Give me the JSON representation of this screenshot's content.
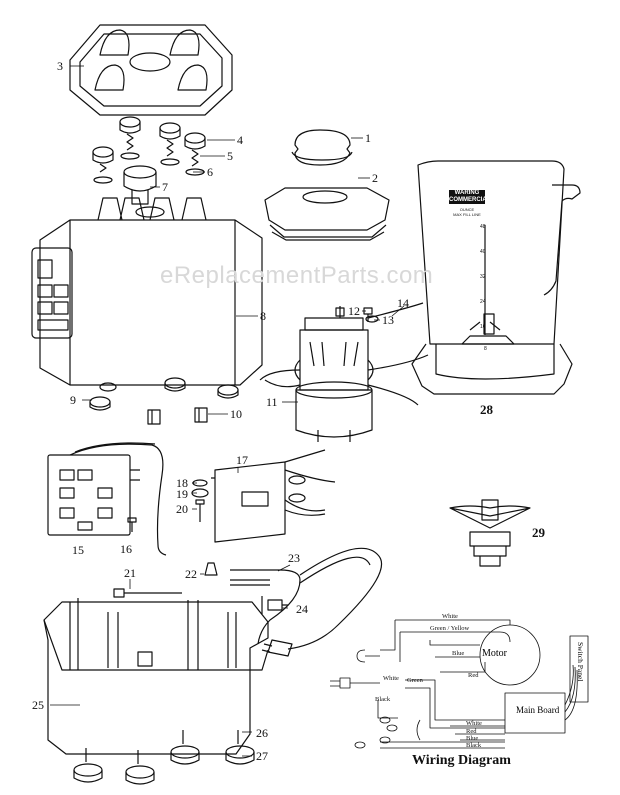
{
  "watermark": "eReplacementParts.com",
  "callouts": {
    "1": "1",
    "2": "2",
    "3": "3",
    "4": "4",
    "5": "5",
    "6": "6",
    "7": "7",
    "8": "8",
    "9": "9",
    "10": "10",
    "11": "11",
    "12": "12",
    "13": "13",
    "14": "14",
    "15": "15",
    "16": "16",
    "17": "17",
    "18": "18",
    "19": "19",
    "20": "20",
    "21": "21",
    "22": "22",
    "23": "23",
    "24": "24",
    "25": "25",
    "26": "26",
    "27": "27",
    "28": "28",
    "29": "29"
  },
  "jar": {
    "brand": "WARING",
    "brand_sub": "COMMERCIAL",
    "unit": "OUNCE",
    "fill_line": "MAX FILL LINE",
    "ticks": [
      "48",
      "40",
      "32",
      "24",
      "16",
      "8"
    ]
  },
  "wiring": {
    "title": "Wiring Diagram",
    "white": "White",
    "green_yellow": "Green / Yellow",
    "blue": "Blue",
    "red": "Red",
    "green": "Green",
    "black": "Black",
    "motor": "Motor",
    "main_board": "Main Board",
    "switch_panel": "Switch Panel"
  }
}
